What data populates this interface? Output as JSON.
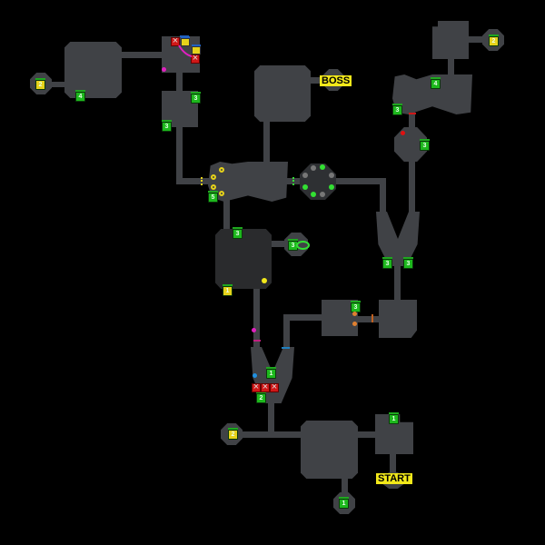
{
  "map": {
    "background": "#000000",
    "floor_color": "#404246",
    "labels": {
      "boss": "BOSS",
      "start": "START"
    },
    "chest_labels": {
      "c_left_node": "2",
      "c_top_left_room": "4",
      "c_mid_left_1": "3",
      "c_mid_left_2": "3",
      "c_hall": "5",
      "c_dark_top": "3",
      "c_dark_right": "3",
      "c_dark_yellow": "1",
      "c_u_room": "1",
      "c_u_bottom": "2",
      "c_small_room": "3",
      "c_start_room": "1",
      "c_bottom_left_node": "2",
      "c_bottom_node": "1",
      "c_ne_node": "2",
      "c_ne_room": "4",
      "c_ne_left": "3",
      "c_ne_round": "3",
      "c_y_left": "3",
      "c_y_right": "3"
    },
    "colors": {
      "chest_green": "#1db81d",
      "chest_yellow": "#e6d21a",
      "lock_red": "#d01818",
      "label_yellow": "#f2e81a",
      "switch_green": "#33e033",
      "switch_yellow": "#e6d21a",
      "marker_magenta": "#e020c0",
      "marker_red": "#e01010",
      "marker_blue": "#2090e0",
      "marker_orange": "#e08030"
    }
  }
}
